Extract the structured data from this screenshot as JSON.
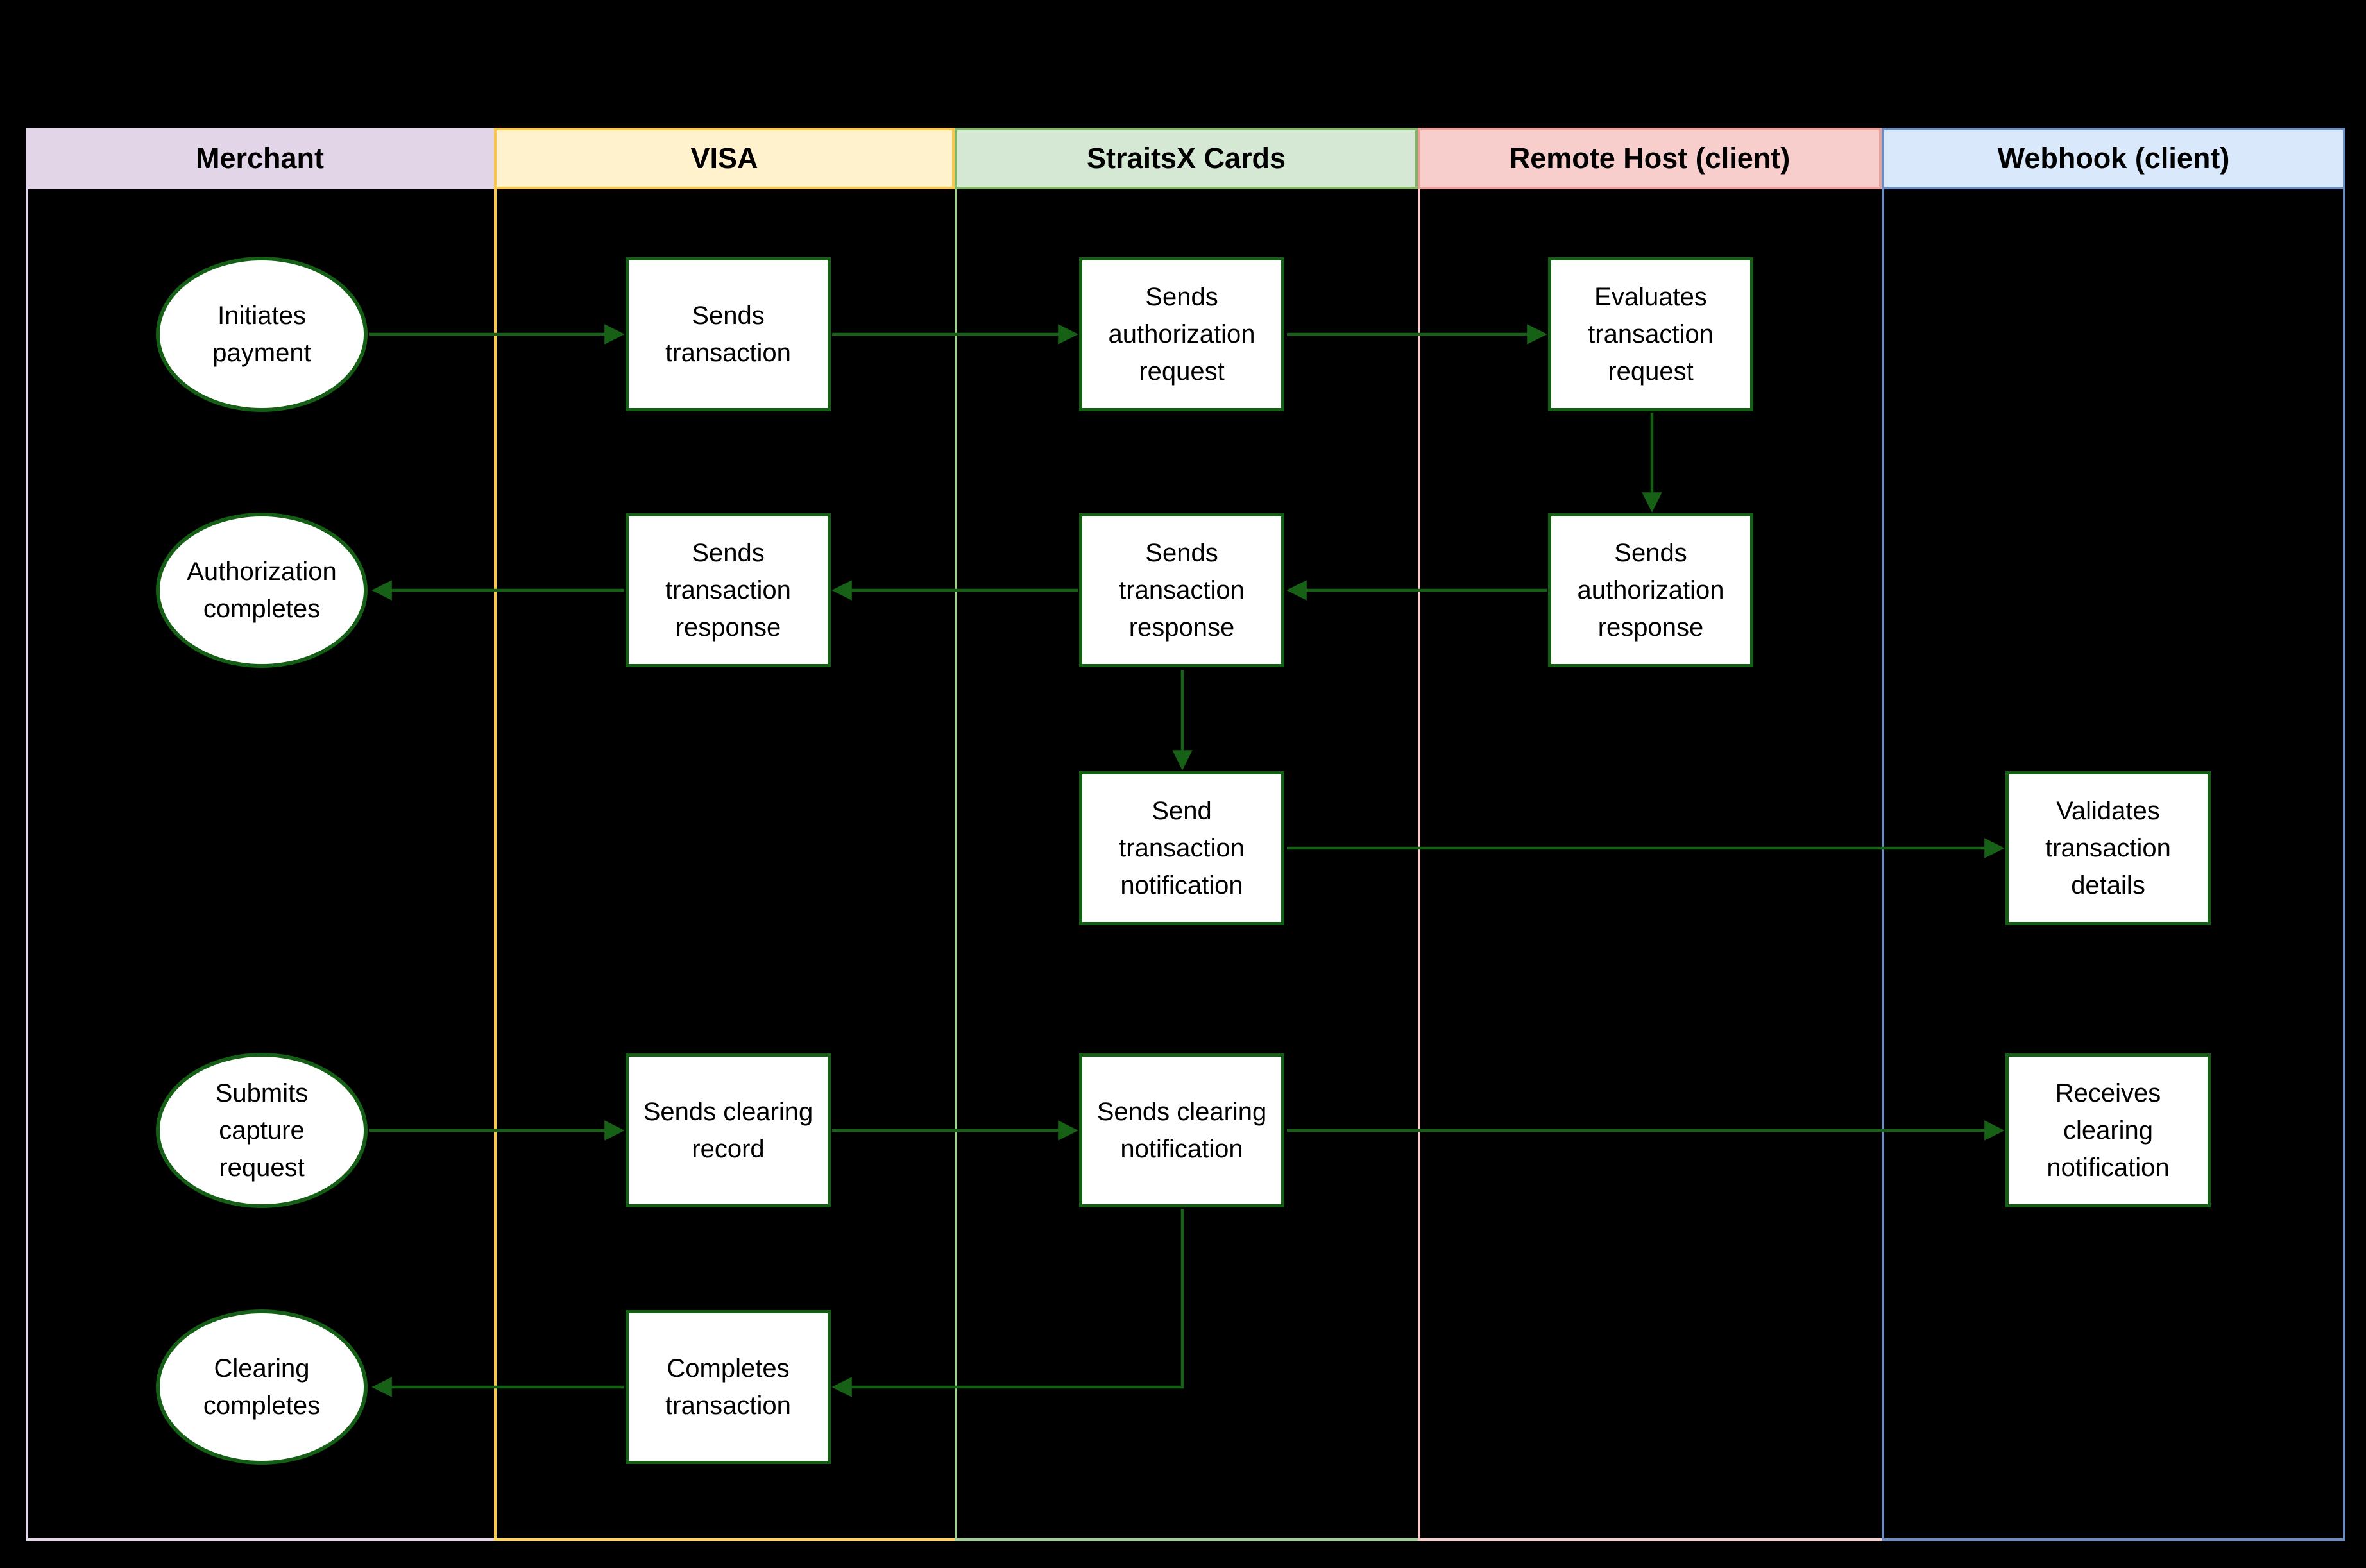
{
  "diagram": {
    "type": "swimlane-flowchart",
    "colors": {
      "background": "#000000",
      "node_fill": "#FFFFFF",
      "node_border": "#155E15",
      "arrow": "#176117",
      "text": "#000000"
    },
    "lanes": [
      {
        "id": "merchant",
        "label": "Merchant",
        "fill": "#E1D5E7",
        "border": "#E1D5E7"
      },
      {
        "id": "visa",
        "label": "VISA",
        "fill": "#FFF2CC",
        "border": "#F9C74F"
      },
      {
        "id": "straitsx",
        "label": "StraitsX Cards",
        "fill": "#D5E8D4",
        "border": "#82B366"
      },
      {
        "id": "remote-host",
        "label": "Remote Host (client)",
        "fill": "#F8CECC",
        "border": "#E8A09A"
      },
      {
        "id": "webhook",
        "label": "Webhook (client)",
        "fill": "#DAE8FC",
        "border": "#6C8EBF"
      }
    ],
    "nodes": [
      {
        "id": "initiates-payment",
        "lane": "merchant",
        "shape": "ellipse",
        "label": "Initiates payment"
      },
      {
        "id": "sends-transaction",
        "lane": "visa",
        "shape": "rect",
        "label": "Sends transaction"
      },
      {
        "id": "sends-authorization-request",
        "lane": "straitsx",
        "shape": "rect",
        "label": "Sends authorization request"
      },
      {
        "id": "evaluates-transaction-request",
        "lane": "remote-host",
        "shape": "rect",
        "label": "Evaluates transaction request"
      },
      {
        "id": "sends-authorization-response",
        "lane": "remote-host",
        "shape": "rect",
        "label": "Sends authorization response"
      },
      {
        "id": "sends-transaction-response-straitsx",
        "lane": "straitsx",
        "shape": "rect",
        "label": "Sends transaction response"
      },
      {
        "id": "sends-transaction-response-visa",
        "lane": "visa",
        "shape": "rect",
        "label": "Sends transaction response"
      },
      {
        "id": "authorization-completes",
        "lane": "merchant",
        "shape": "ellipse",
        "label": "Authorization completes"
      },
      {
        "id": "send-transaction-notification",
        "lane": "straitsx",
        "shape": "rect",
        "label": "Send transaction notification"
      },
      {
        "id": "validates-transaction-details",
        "lane": "webhook",
        "shape": "rect",
        "label": "Validates transaction details"
      },
      {
        "id": "submits-capture-request",
        "lane": "merchant",
        "shape": "ellipse",
        "label": "Submits capture request"
      },
      {
        "id": "sends-clearing-record",
        "lane": "visa",
        "shape": "rect",
        "label": "Sends clearing record"
      },
      {
        "id": "sends-clearing-notification",
        "lane": "straitsx",
        "shape": "rect",
        "label": "Sends clearing notification"
      },
      {
        "id": "receives-clearing-notification",
        "lane": "webhook",
        "shape": "rect",
        "label": "Receives clearing notification"
      },
      {
        "id": "completes-transaction",
        "lane": "visa",
        "shape": "rect",
        "label": "Completes transaction"
      },
      {
        "id": "clearing-completes",
        "lane": "merchant",
        "shape": "ellipse",
        "label": "Clearing completes"
      }
    ],
    "edges": [
      {
        "from": "initiates-payment",
        "to": "sends-transaction"
      },
      {
        "from": "sends-transaction",
        "to": "sends-authorization-request"
      },
      {
        "from": "sends-authorization-request",
        "to": "evaluates-transaction-request"
      },
      {
        "from": "evaluates-transaction-request",
        "to": "sends-authorization-response"
      },
      {
        "from": "sends-authorization-response",
        "to": "sends-transaction-response-straitsx"
      },
      {
        "from": "sends-transaction-response-straitsx",
        "to": "sends-transaction-response-visa"
      },
      {
        "from": "sends-transaction-response-visa",
        "to": "authorization-completes"
      },
      {
        "from": "sends-transaction-response-straitsx",
        "to": "send-transaction-notification"
      },
      {
        "from": "send-transaction-notification",
        "to": "validates-transaction-details"
      },
      {
        "from": "submits-capture-request",
        "to": "sends-clearing-record"
      },
      {
        "from": "sends-clearing-record",
        "to": "sends-clearing-notification"
      },
      {
        "from": "sends-clearing-notification",
        "to": "receives-clearing-notification"
      },
      {
        "from": "sends-clearing-notification",
        "to": "completes-transaction"
      },
      {
        "from": "completes-transaction",
        "to": "clearing-completes"
      }
    ]
  }
}
